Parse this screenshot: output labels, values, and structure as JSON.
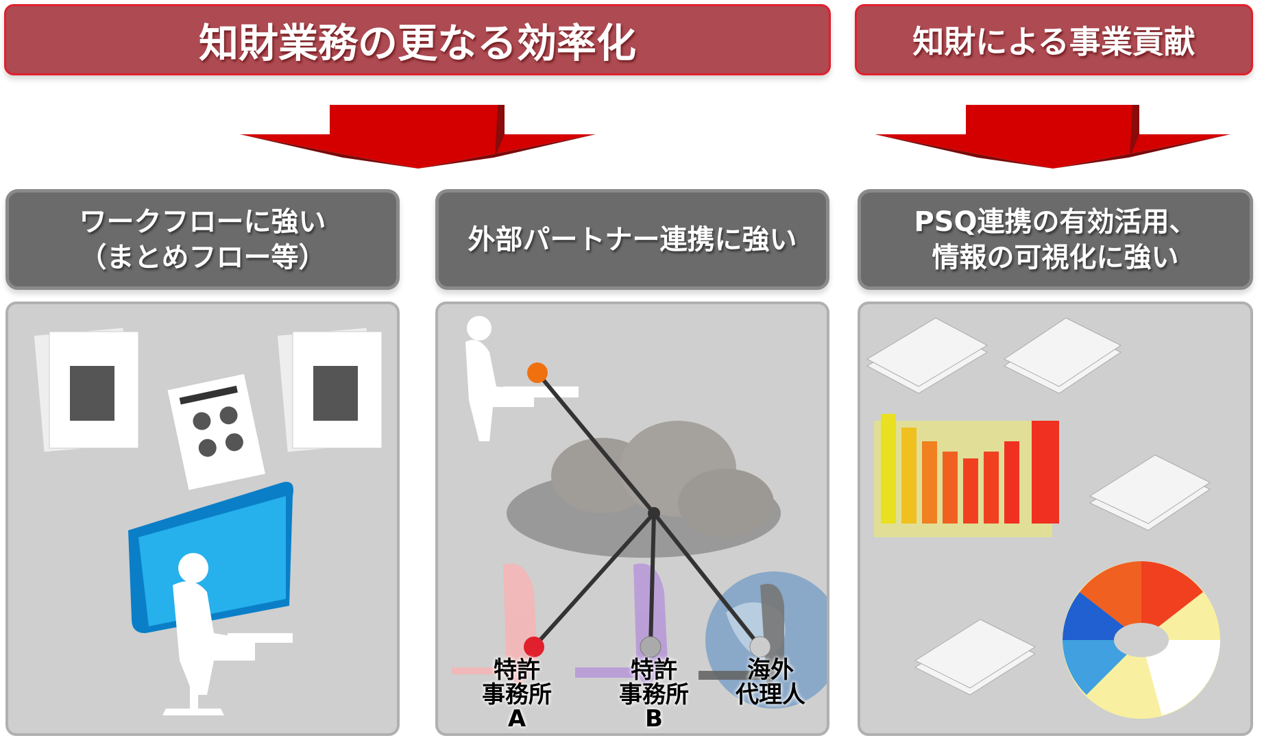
{
  "banners": {
    "left": "知財業務の更なる効率化",
    "right": "知財による事業貢献"
  },
  "headers": {
    "workflow": [
      "ワークフローに強い",
      "（まとめフロー等）"
    ],
    "partner": "外部パートナー連携に強い",
    "psq": [
      "PSQ連携の有効活用、",
      "情報の可視化に強い"
    ]
  },
  "nodes": {
    "office_a": [
      "特許",
      "事務所",
      "A"
    ],
    "office_b": [
      "特許",
      "事務所",
      "B"
    ],
    "overseas": [
      "海外",
      "代理人"
    ]
  },
  "colors": {
    "banner": "#ad4a52",
    "arrow": "#d40000",
    "header": "#6b6b6b",
    "panel": "#cfcfcf"
  }
}
